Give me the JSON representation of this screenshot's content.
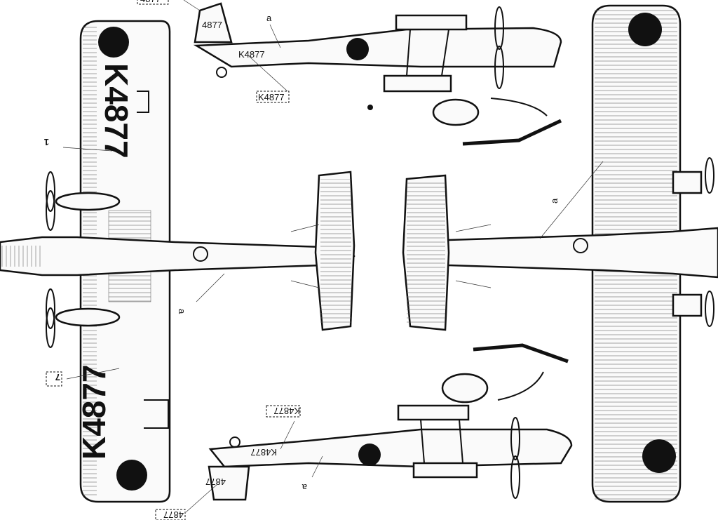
{
  "registration": "K4877",
  "tail_number": "4877",
  "part_label": "a",
  "fuselage_code": "K4877",
  "inset_label_1": "1",
  "inset_label_7": "7",
  "colors": {
    "ink": "#111111",
    "paper": "#ffffff"
  }
}
